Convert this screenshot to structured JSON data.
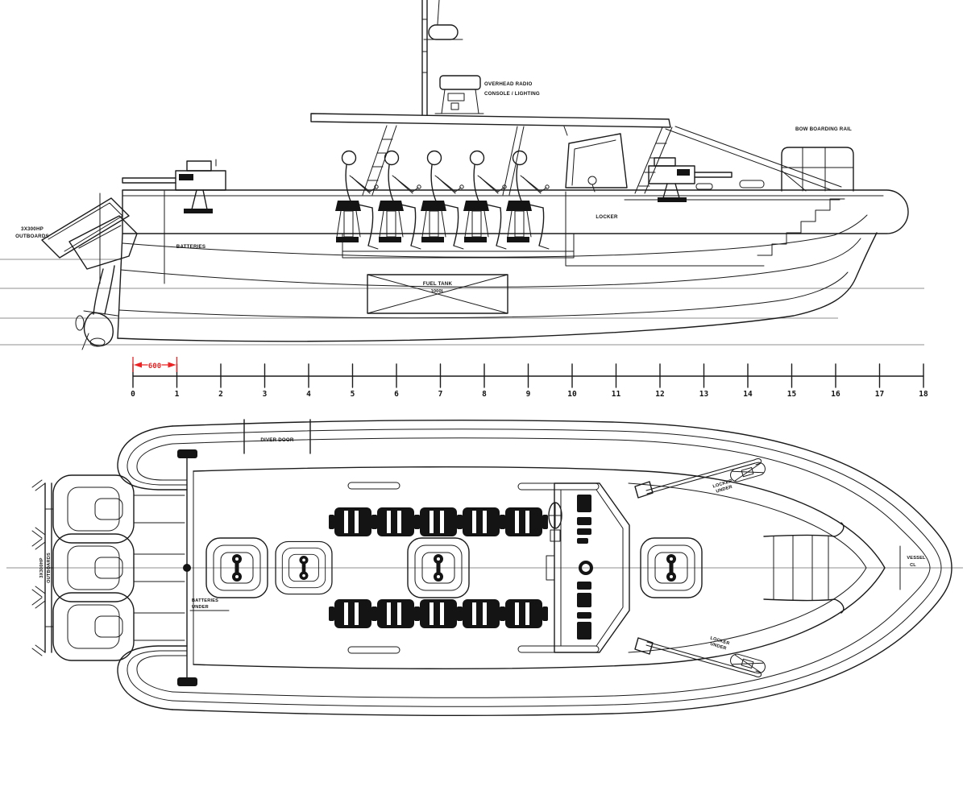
{
  "drawing": {
    "side_view": {
      "outboards_label_line1": "3X300HP",
      "outboards_label_line2": "OUTBOARDS",
      "batteries_label": "BATTERIES",
      "fuel_tank_label": "FUEL TANK",
      "fuel_tank_capacity": "1000L",
      "locker_label": "LOCKER",
      "overhead_label_line1": "OVERHEAD RADIO",
      "overhead_label_line2": "CONSOLE / LIGHTING",
      "bow_rail_label": "BOW BOARDING RAIL"
    },
    "scale_bar": {
      "ticks": [
        "0",
        "1",
        "2",
        "3",
        "4",
        "5",
        "6",
        "7",
        "8",
        "9",
        "10",
        "11",
        "12",
        "13",
        "14",
        "15",
        "16",
        "17",
        "18"
      ],
      "dimension_text": "600",
      "dimension_color": "#ee2222"
    },
    "plan_view": {
      "diver_door_label": "DIVER DOOR",
      "batteries_under_line1": "BATTERIES",
      "batteries_under_line2": "UNDER",
      "locker_under_line1": "LOCKER",
      "locker_under_line2": "UNDER",
      "outboards_label_line1": "3X300HP",
      "outboards_label_line2": "OUTBOARDS",
      "vessel_cl_line1": "VESSEL",
      "vessel_cl_line2": "CL"
    },
    "colors": {
      "line": "#1b1b1b",
      "centerline": "#8f8f8f",
      "dimension": "#ee2222"
    }
  }
}
